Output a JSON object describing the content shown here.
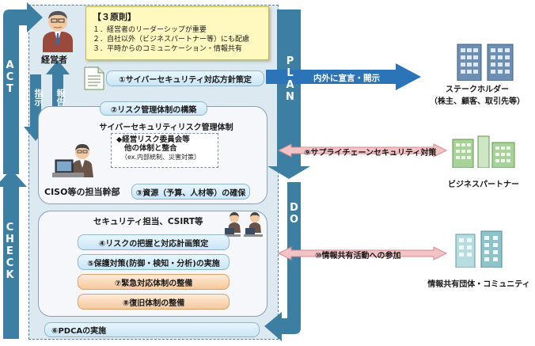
{
  "principles": {
    "title": "【３原則】",
    "items": [
      "１．経営者のリーダーシップが重要",
      "２．自社以外（ビジネスパートナー等）にも配慮",
      "３．平時からのコミュニケーション・情報共有"
    ]
  },
  "executive_label": "経営者",
  "instruct_label": "指示",
  "report_label": "報告",
  "policy_box": "①サイバーセキュリティ対応方針策定",
  "risk_box": "②リスク管理体制の構築",
  "risk_system_title": "サイバーセキュリティリスク管理体制",
  "committee": {
    "line1": "◆経営リスク委員会等",
    "line2": "他の体制と整合",
    "note": "（ex.内部統制、災害対策）"
  },
  "ciso_label": "CISO等の担当幹部",
  "resources_box": "③資源（予算、人材等）の確保",
  "csirt_title": "セキュリティ担当、CSIRT等",
  "blue_tasks": [
    "④リスクの把握と対応計画策定",
    "⑤保護対策(防御・検知・分析)の実施"
  ],
  "orange_tasks": [
    "⑦緊急対応体制の整備",
    "⑧復旧体制の整備"
  ],
  "pdca_box": "⑥PDCAの実施",
  "cycle": {
    "plan": "PLAN",
    "do": "DO",
    "check": "CHECK",
    "act": "ACT"
  },
  "announce_label": "内外に宣言・開示",
  "stakeholder": {
    "line1": "ステークホルダー",
    "line2": "（株主、顧客、取引先等）"
  },
  "supply_chain_label": "⑨サプライチェーンセキュリティ対策",
  "partner_label": "ビジネスパートナー",
  "info_share_label": "⑩情報共有活動への参加",
  "community_label": "情報共有団体・コミュニティ",
  "colors": {
    "cycle_arrow": "#3c7fa2",
    "panel": "#dce9f1",
    "announce_arrow": "#2b74b8",
    "pink_arrow": "#f4c3c6"
  }
}
